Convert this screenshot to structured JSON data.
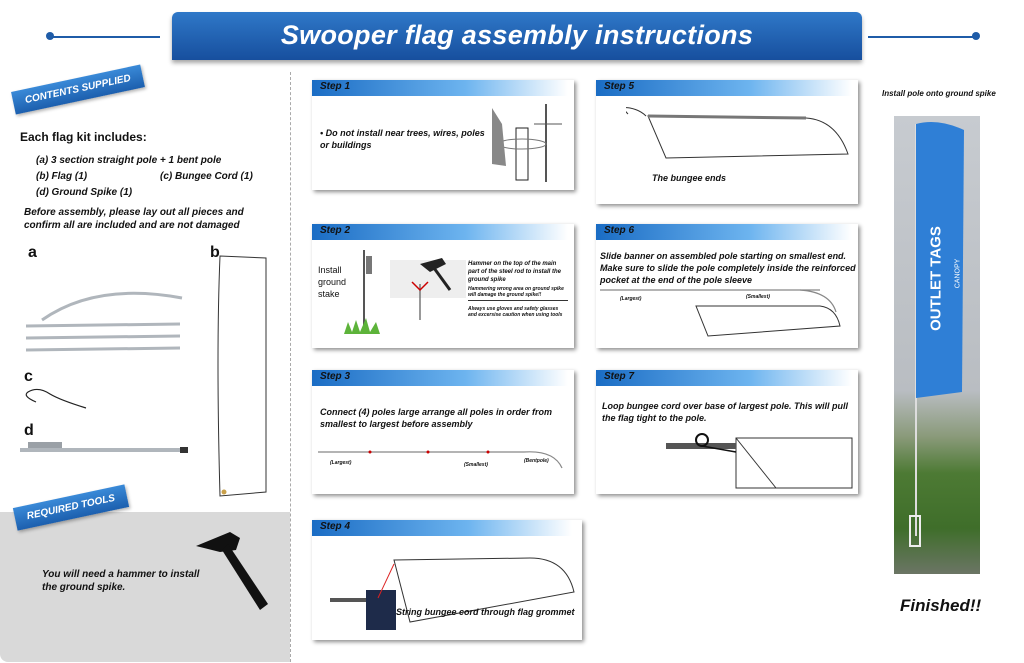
{
  "header": {
    "title": "Swooper flag assembly instructions"
  },
  "contents": {
    "ribbon": "CONTENTS SUPPLIED",
    "heading": "Each flag kit includes:",
    "item_a": "(a) 3 section straight pole + 1 bent pole",
    "item_b": "(b) Flag (1)",
    "item_c": "(c) Bungee Cord (1)",
    "item_d": "(d) Ground Spike (1)",
    "note": "Before assembly, please lay out all pieces and confirm all are included and are not damaged",
    "label_a": "a",
    "label_b": "b",
    "label_c": "c",
    "label_d": "d"
  },
  "tools": {
    "ribbon": "REQUIRED TOOLS",
    "text": "You will need a hammer to install the ground spike."
  },
  "steps": {
    "s1": {
      "title": "Step 1",
      "text": "Do not install near trees, wires, poles or buildings"
    },
    "s2": {
      "title": "Step 2",
      "label": "Install ground stake",
      "hammer_note": "Hammer on the top of the main part of the steel rod to install the ground spike",
      "warning": "Hammering wrong area on ground spike will damage the ground spike!!",
      "safety": "Always use gloves and safety glasses and excersise caution when using tools"
    },
    "s3": {
      "title": "Step 3",
      "text": "Connect (4) poles large arrange all poles in order  from smallest to largest before assembly",
      "largest": "(Largest)",
      "smallest": "(Smallest)",
      "bentpole": "(Bentpole)"
    },
    "s4": {
      "title": "Step 4",
      "text": "String bungee cord through flag grommet"
    },
    "s5": {
      "title": "Step 5",
      "text": "The bungee ends"
    },
    "s6": {
      "title": "Step 6",
      "text": "Slide banner on assembled pole starting on smallest end. Make sure to slide the pole completely inside the reinforced pocket at the end of the pole sleeve",
      "largest": "(Largest)",
      "smallest": "(Smallest)"
    },
    "s7": {
      "title": "Step 7",
      "text": "Loop bungee cord over base of largest pole. This will pull the flag tight to the pole."
    }
  },
  "final": {
    "caption": "Install pole onto ground spike",
    "finished": "Finished!!",
    "brand": "OUTLET TAGS",
    "brand_sub": "CANOPY"
  }
}
